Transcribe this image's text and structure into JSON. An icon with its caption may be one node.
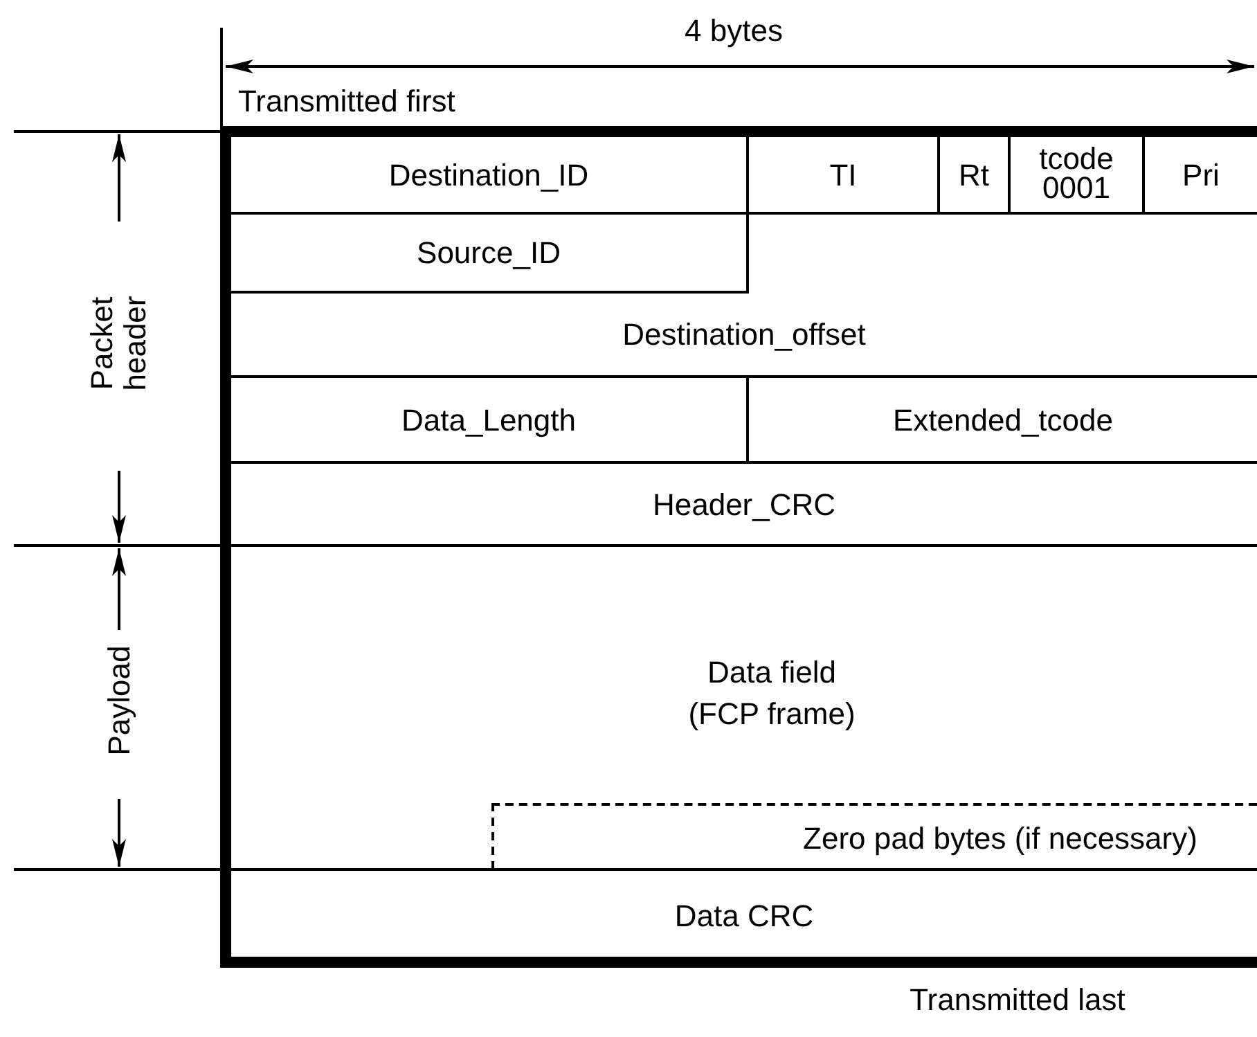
{
  "diagram": {
    "nodes": [
      {
        "text": [
          "Destination_ID"
        ]
      },
      {
        "text": [
          "TI"
        ]
      },
      {
        "text": [
          "Rt"
        ]
      },
      {
        "text": [
          "tcode 0001"
        ]
      },
      {
        "text": [
          "Pri"
        ]
      },
      {
        "text": [
          "Source_ID"
        ]
      },
      {
        "text": [
          "Destination_offset"
        ]
      },
      {
        "text": [
          "Data_Length"
        ]
      },
      {
        "text": [
          "Extended_tcode"
        ]
      },
      {
        "text": [
          "Header_CRC"
        ]
      },
      {
        "text": [
          "Data field (FCP frame)"
        ]
      },
      {
        "text": [
          "Zero pad bytes (if necessary)"
        ],
        "in": 10
      },
      {
        "text": [
          "Data CRC"
        ]
      }
    ],
    "labels": [
      "4 bytes",
      "Transmitted first",
      "Packet header",
      "Payload",
      "Transmitted last"
    ]
  }
}
